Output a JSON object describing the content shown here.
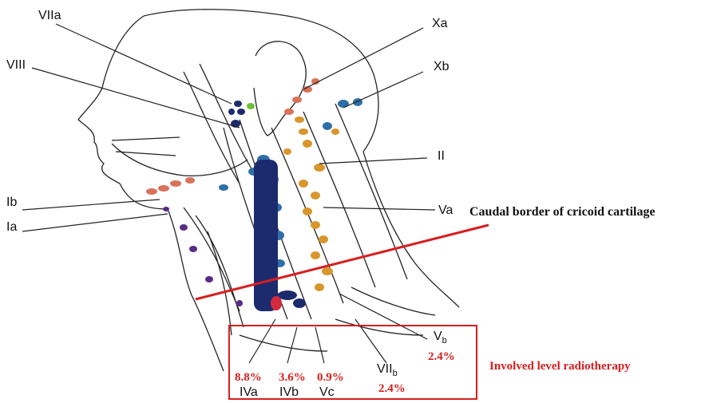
{
  "labels": {
    "VIIa": "VIIa",
    "VIII": "VIII",
    "Ib": "Ib",
    "Ia": "Ia",
    "Xa": "Xa",
    "Xb": "Xb",
    "II": "II",
    "Va": "Va",
    "Vb_main": "V",
    "Vb_sub": "b",
    "IVa": "IVa",
    "IVb": "IVb",
    "Vc": "Vc",
    "VIIb_main": "VII",
    "VIIb_sub": "b"
  },
  "percentages": {
    "IVa": "8.8%",
    "IVb": "3.6%",
    "Vc": "0.9%",
    "Vb": "2.4%",
    "VIIb": "2.4%"
  },
  "annotations": {
    "cricoid": "Caudal border of cricoid cartilage",
    "involved": "Involved level radiotherapy"
  },
  "colors": {
    "highlight_red": "#d81e1e",
    "node_blue": "#2f6fa8",
    "node_orange": "#d8962b",
    "node_navy": "#1c2b6e",
    "node_purple": "#5a2a88",
    "node_salmon": "#d8725a",
    "node_green": "#6fbf3a",
    "node_crimson": "#d32a3e"
  }
}
